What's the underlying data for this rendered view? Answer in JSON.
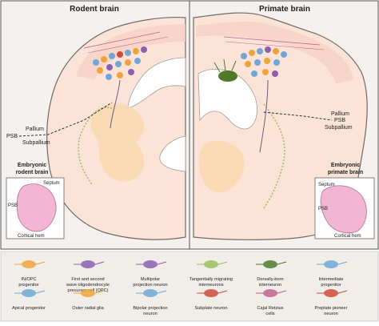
{
  "panels": {
    "rodent": {
      "title": "Rodent brain"
    },
    "primate": {
      "title": "Primate brain"
    }
  },
  "labels": {
    "psb": "PSB",
    "pallium": "Pallium",
    "subpallium": "Subpallium"
  },
  "insets": {
    "rodent": {
      "title_line1": "Embryonic",
      "title_line2": "rodent brain",
      "septum": "Septum",
      "psb": "PSB",
      "cortical_hem": "Cortical hem"
    },
    "primate": {
      "title_line1": "Embryonic",
      "title_line2": "primate brain",
      "septum": "Septum",
      "psb": "PSB",
      "cortical_hem": "Cortical hem"
    }
  },
  "legend": {
    "items": [
      {
        "l1": "IN/OPC",
        "l2": "progenitor",
        "l3": ""
      },
      {
        "l1": "First and second",
        "l2": "wave oligodendrocyte",
        "l3": "precursor cell (OPC)"
      },
      {
        "l1": "Multipolar",
        "l2": "projection neuron",
        "l3": ""
      },
      {
        "l1": "Tangentially migrating",
        "l2": "interneurons",
        "l3": ""
      },
      {
        "l1": "Dorsally-born",
        "l2": "interneuron",
        "l3": ""
      },
      {
        "l1": "Intermediate",
        "l2": "progenitor",
        "l3": ""
      },
      {
        "l1": "Apical progenitor",
        "l2": "",
        "l3": ""
      },
      {
        "l1": "Outer radial glia",
        "l2": "",
        "l3": ""
      },
      {
        "l1": "Bipolar projection",
        "l2": "neuron",
        "l3": ""
      },
      {
        "l1": "Subplate neuron",
        "l2": "",
        "l3": ""
      },
      {
        "l1": "Cajal Retzius",
        "l2": "cells",
        "l3": ""
      },
      {
        "l1": "Preplate pioneer",
        "l2": "neuron",
        "l3": ""
      }
    ]
  },
  "colors": {
    "tissue": "#fbe3d8",
    "tissue_outline": "#6f6a66",
    "ventricle": "#ffffff",
    "ganglionic": "#f9d9b0",
    "inset_pink": "#f2b6d4",
    "legend_bg": "#f1eeea",
    "purple": "#8c5fb0",
    "blue": "#6fa8d6",
    "orange": "#f0a33a",
    "green": "#9bbf5b",
    "dark_green": "#4f7a2a",
    "red": "#d04a3a",
    "magenta": "#c0608f"
  }
}
